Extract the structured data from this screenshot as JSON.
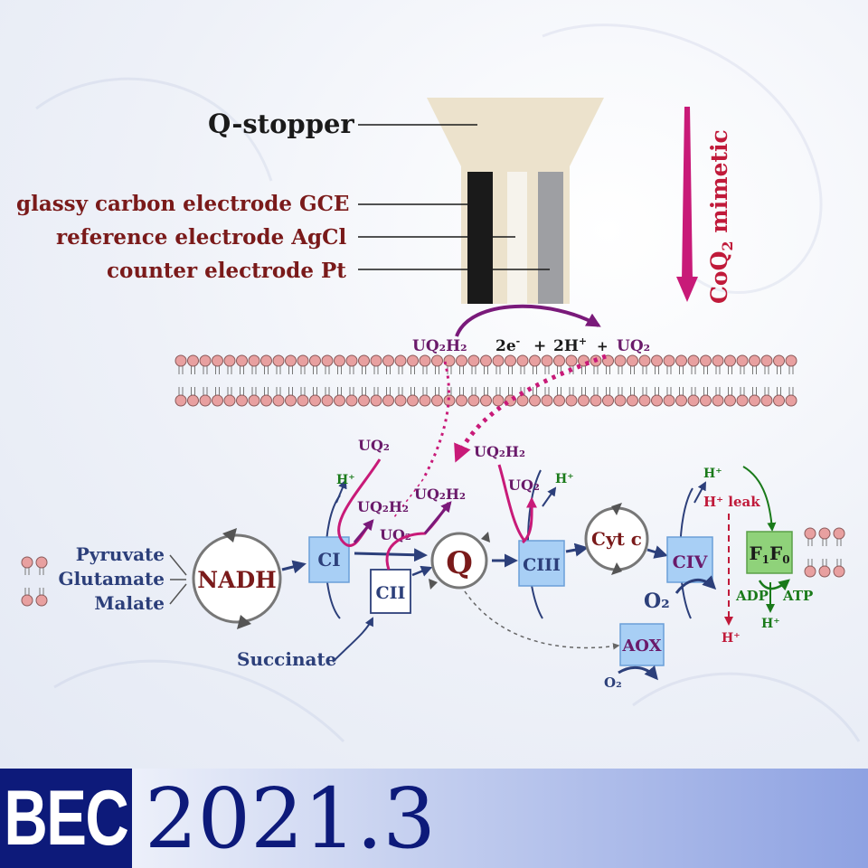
{
  "labels": {
    "q_stopper": "Q-stopper",
    "gce": "glassy carbon electrode GCE",
    "reference": "reference electrode AgCl",
    "counter": "counter electrode Pt",
    "mimetic_pre": "CoQ",
    "mimetic_sub": "2",
    "mimetic_post": " mimetic",
    "uq2h2": "UQ₂H₂",
    "uq2": "UQ₂",
    "electrons": "2e",
    "electrons_sup": "-",
    "plus": "+",
    "protons": "2H",
    "protons_sup": "+",
    "pyruvate": "Pyruvate",
    "glutamate": "Glutamate",
    "malate": "Malate",
    "nadh": "NADH",
    "ci": "CI",
    "cii": "CII",
    "q": "Q",
    "ciii": "CIII",
    "cytc": "Cyt c",
    "civ": "CIV",
    "f1f0_f1": "F",
    "f1f0_1": "1",
    "f1f0_f0": "F",
    "f1f0_0": "0",
    "succinate": "Succinate",
    "aox": "AOX",
    "o2_big": "O₂",
    "o2_small": "O₂",
    "h_plus": "H⁺",
    "h_leak": "H⁺ leak",
    "adp": "ADP",
    "atp": "ATP"
  },
  "footer": {
    "journal": "BEC",
    "issue": "2021.3"
  },
  "colors": {
    "purple": "#7a1a7a",
    "magenta": "#c81a78",
    "crimson": "#c01a3a",
    "navy": "#2c3f7a",
    "green": "#1a7a1a",
    "complex_fill": "#a8cff5",
    "f1f0_fill": "#8fd27a",
    "lipid_head": "#e8a0a0",
    "stopper": "#ece2cc",
    "footer_box": "#0d1a7a"
  }
}
